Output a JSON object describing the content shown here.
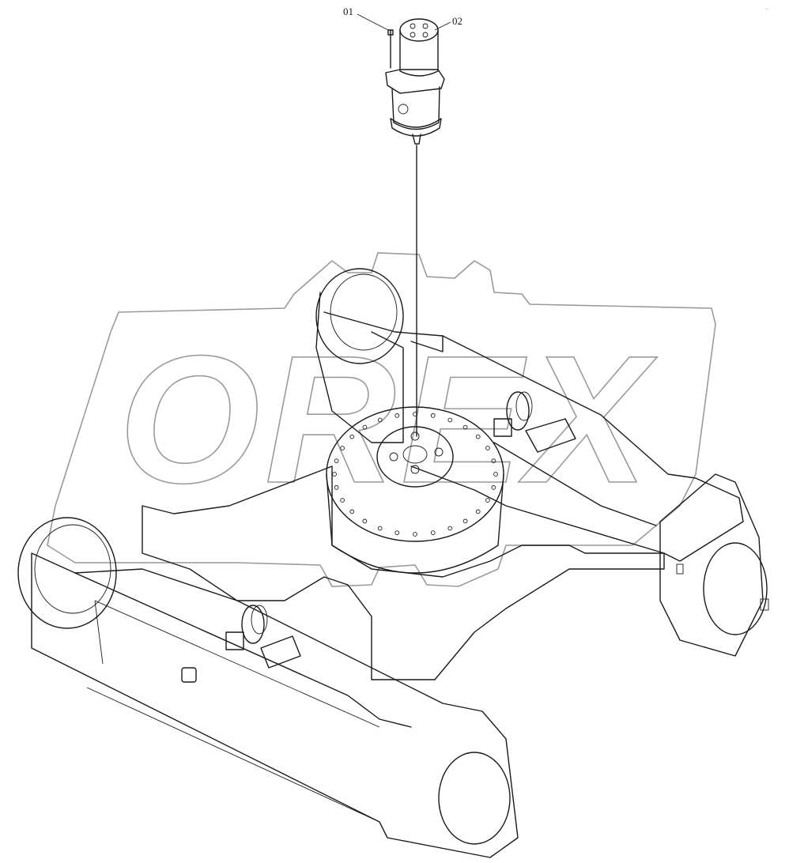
{
  "callouts": [
    {
      "id": "part-01",
      "label": "01"
    },
    {
      "id": "part-02",
      "label": "02"
    }
  ],
  "watermark": {
    "text": "OREX"
  },
  "corner_mark": {
    "text": "..."
  },
  "colors": {
    "ink": "#1a1a1a",
    "watermark": "#9a9a9a",
    "background": "#ffffff"
  }
}
